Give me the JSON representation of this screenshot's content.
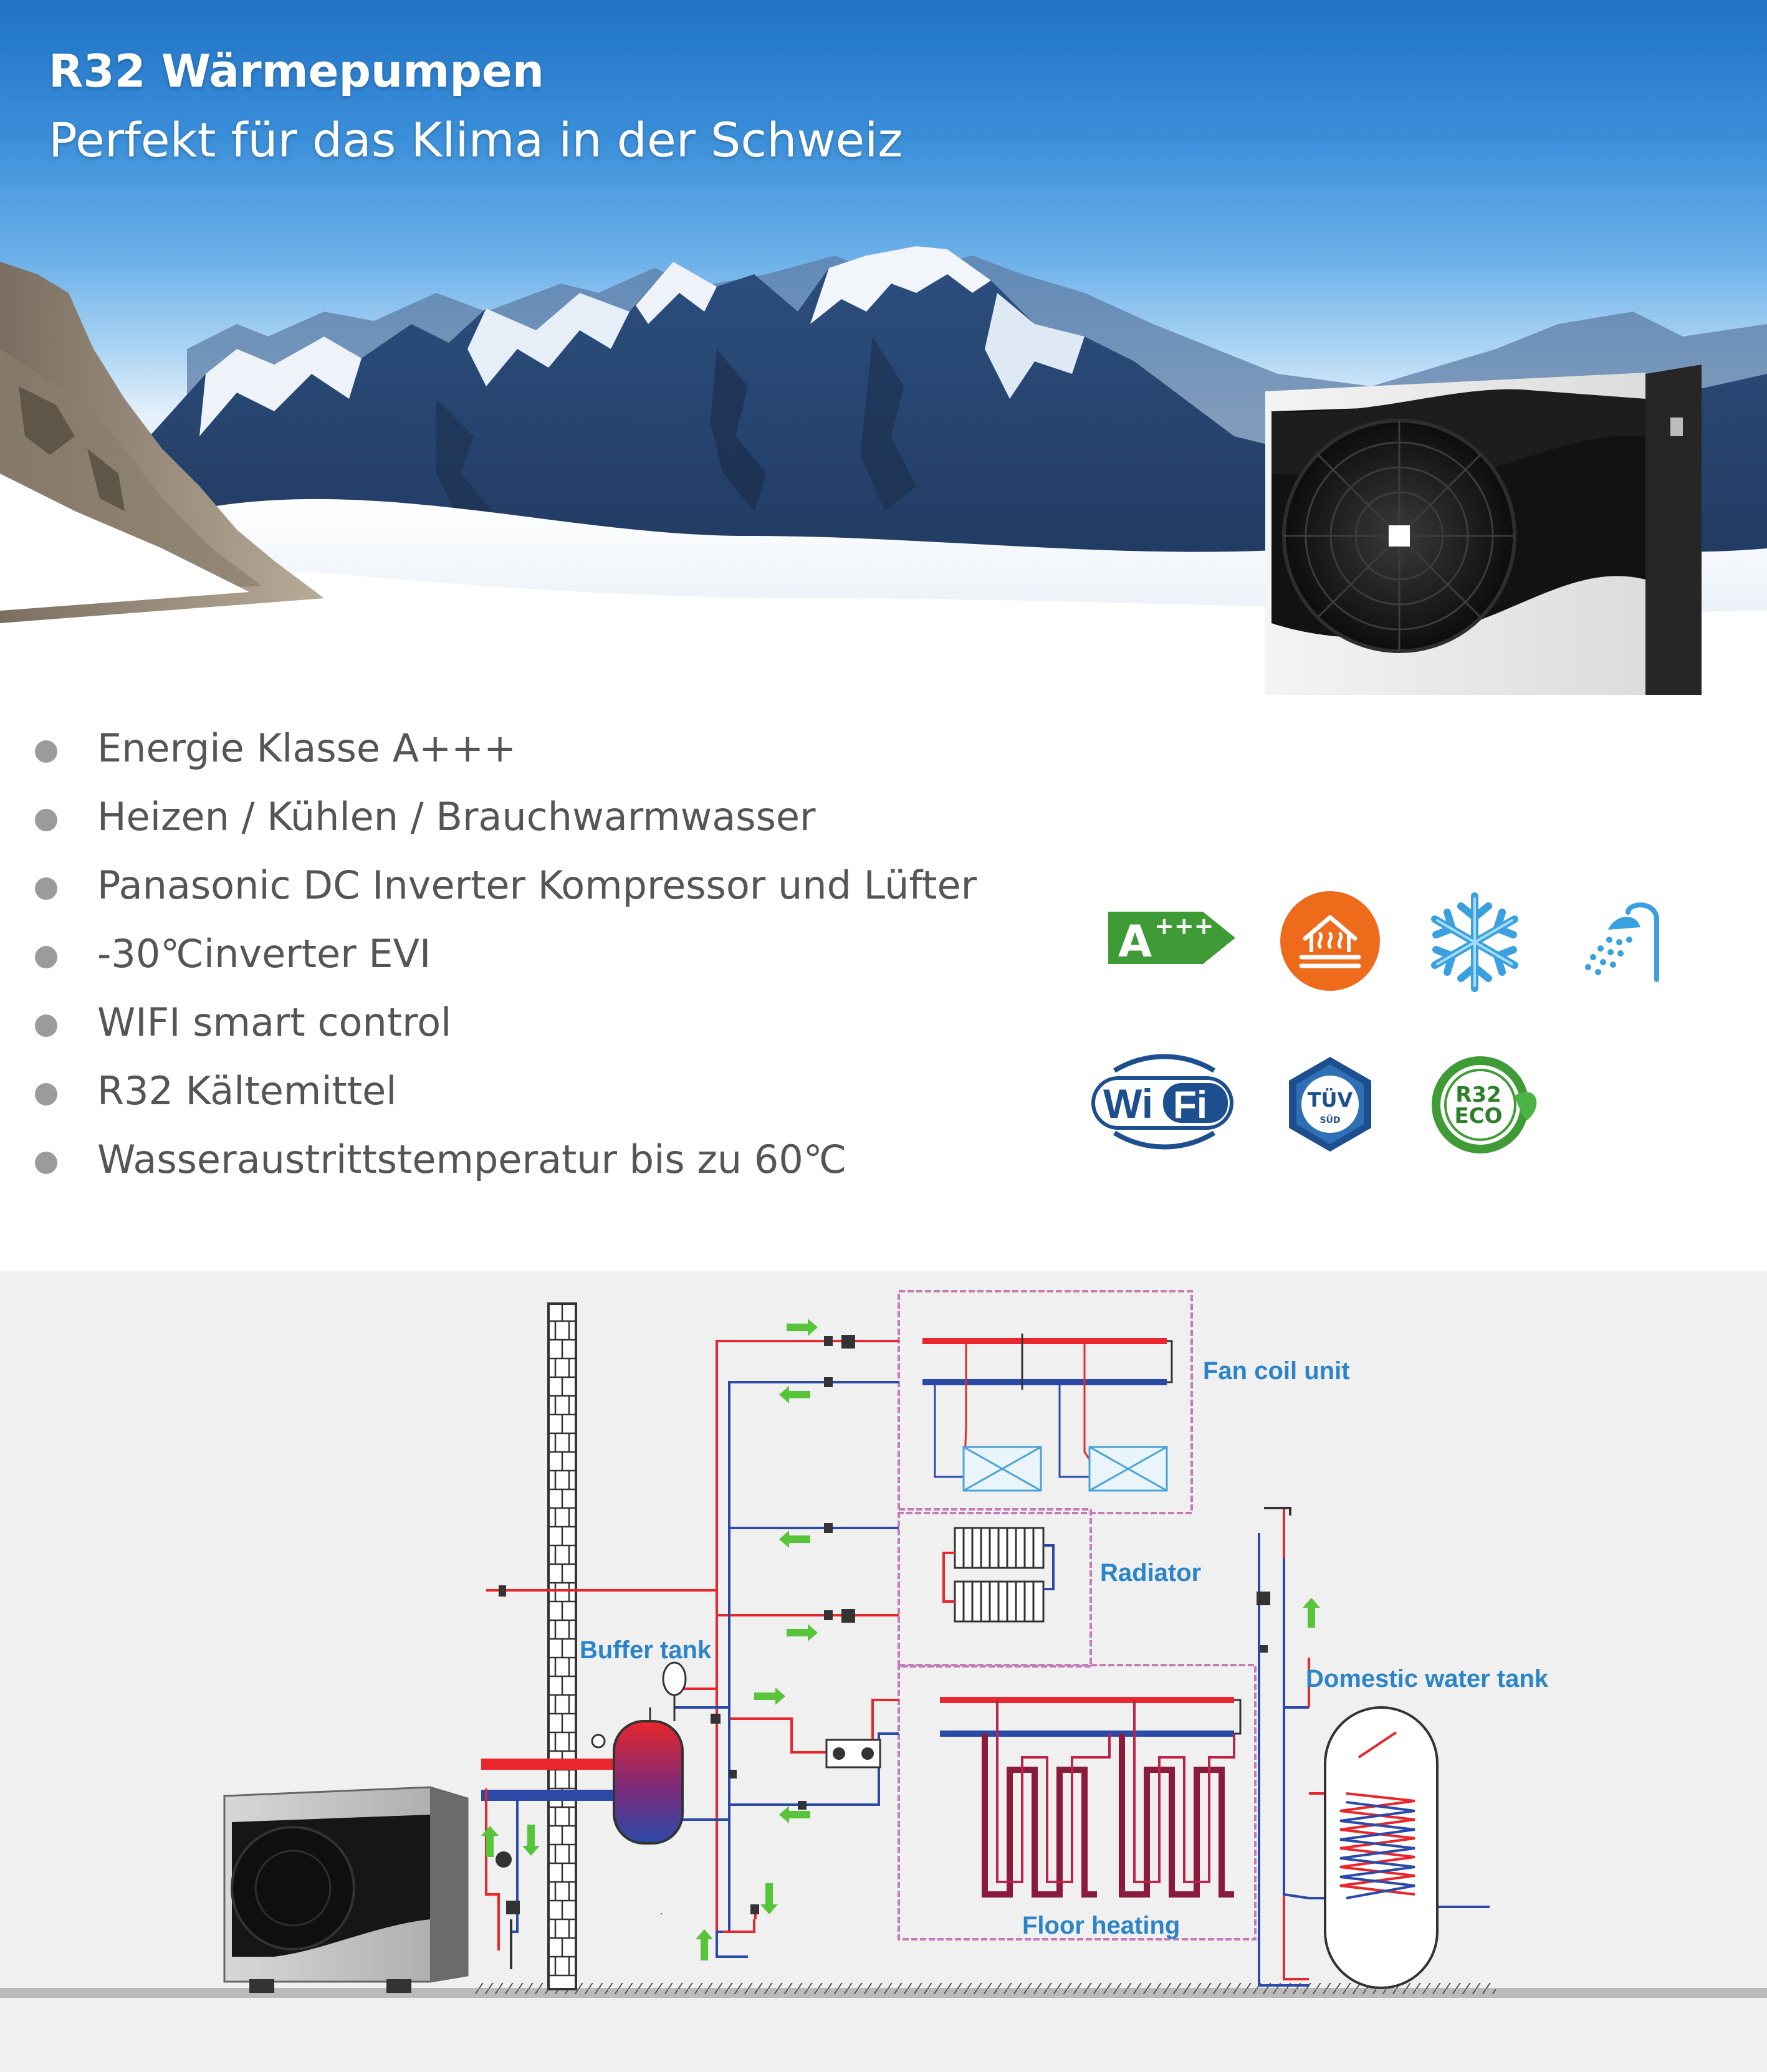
{
  "hero": {
    "title": "R32 Wärmepumpen",
    "subtitle": "Perfekt für das Klima in der Schweiz"
  },
  "features": [
    "Energie Klasse A+++",
    "Heizen / Kühlen / Brauchwarmwasser",
    "Panasonic DC Inverter  Kompressor und Lüfter",
    "-30℃inverter EVI",
    "WIFI smart control",
    "R32 Kältemittel",
    "Wasseraustrittstemperatur bis zu 60℃"
  ],
  "icons": {
    "energy_label": "A",
    "energy_label_sup": "+++",
    "wifi_left": "Wi",
    "wifi_right": "Fi",
    "tuv_top": "TÜV",
    "tuv_bottom": "SÜD",
    "r32_top": "R32",
    "r32_bottom": "ECO"
  },
  "diagram": {
    "fan_coil": "Fan coil unit",
    "radiator": "Radiator",
    "buffer_tank": "Buffer tank",
    "domestic_tank": "Domestic water tank",
    "floor_heating": "Floor heating"
  },
  "colors": {
    "hot_pipe": "#e8262b",
    "cold_pipe": "#2b4aa8",
    "label_blue": "#2b84c8",
    "flow_arrow": "#58c43a",
    "zone_border": "#c77ab8",
    "energy_green": "#3f9b35",
    "heating_orange": "#ee6b1c",
    "snow_blue": "#3aa0e0"
  }
}
